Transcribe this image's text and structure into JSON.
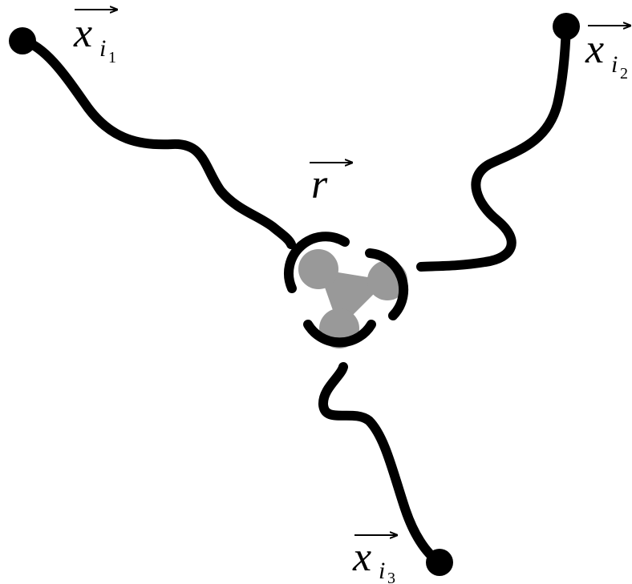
{
  "labels": {
    "end1": {
      "base": "x",
      "sub": "i",
      "subsub": "1"
    },
    "end2": {
      "base": "x",
      "sub": "i",
      "subsub": "2"
    },
    "end3": {
      "base": "x",
      "sub": "i",
      "subsub": "3"
    },
    "center": {
      "base": "r"
    }
  },
  "colors": {
    "ink": "#000000",
    "core": "#999999",
    "background": "#ffffff"
  }
}
